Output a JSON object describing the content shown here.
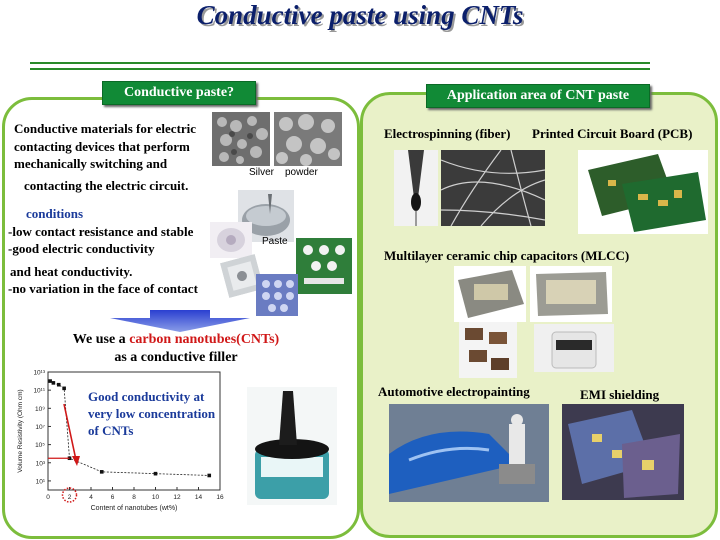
{
  "title": "Conductive paste using CNTs",
  "left": {
    "tag": "Conductive paste?",
    "desc_lines": [
      "Conductive materials for electric",
      "contacting devices that perform",
      "mechanically switching and"
    ],
    "desc_last": "contacting the electric circuit.",
    "conditions_heading": "conditions",
    "conditions": [
      "-low contact resistance and stable",
      "-good electric conductivity",
      "and  heat conductivity.",
      "-no  variation in the face of contact"
    ],
    "micro_labels": {
      "silver": "Silver",
      "powder": "powder",
      "paste": "Paste"
    },
    "cnt_line1_prefix": "We use a ",
    "cnt_line1_highlight": "carbon nanotubes(CNTs)",
    "cnt_line2": "as a conductive filler",
    "chart_note": [
      "Good conductivity at",
      "very low concentration",
      "of CNTs"
    ]
  },
  "right": {
    "tag": "Application area of CNT paste",
    "electrospinning": "Electrospinning (fiber)",
    "pcb": "Printed Circuit Board (PCB)",
    "mlcc": "Multilayer ceramic chip capacitors (MLCC)",
    "automotive": "Automotive electropainting",
    "emi": "EMI shielding"
  },
  "colors": {
    "title": "#0b1f6b",
    "tag_bg": "#118a36",
    "panel_border": "#7cbd3c",
    "right_bg": "#e9f1c8",
    "highlight": "#d01818",
    "note": "#1a3a9a"
  },
  "chart_data": {
    "type": "scatter",
    "xlabel": "Content of nanotubes (wt%)",
    "ylabel": "Volume Resistivity (Ohm cm)",
    "x_ticks": [
      "0",
      "2",
      "4",
      "6",
      "8",
      "10",
      "12",
      "14",
      "16"
    ],
    "y_ticks": [
      "10¹³",
      "10¹¹",
      "10⁹",
      "10⁷",
      "10⁵",
      "10³",
      "10¹"
    ],
    "xlim": [
      0,
      16
    ],
    "ylim_log10": [
      0,
      13
    ],
    "log_y": true,
    "x": [
      0.2,
      0.5,
      1,
      1.5,
      2,
      5,
      10,
      15
    ],
    "log10_y": [
      12,
      11.8,
      11.6,
      11.2,
      3.5,
      2.0,
      1.8,
      1.6
    ]
  }
}
